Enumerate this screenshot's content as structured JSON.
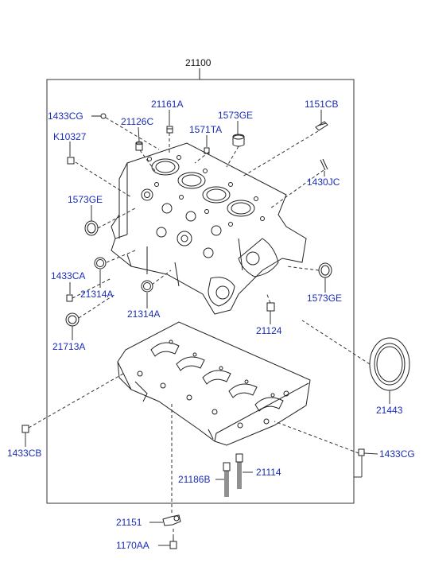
{
  "diagram": {
    "assembly_label": "21100",
    "colors": {
      "label": "#1a2db8",
      "title": "#111111",
      "line": "#222222"
    },
    "callouts": [
      {
        "id": "c_21161A",
        "label": "21161A"
      },
      {
        "id": "c_1433CG_top",
        "label": "1433CG"
      },
      {
        "id": "c_21126C",
        "label": "21126C"
      },
      {
        "id": "c_1573GE_top",
        "label": "1573GE"
      },
      {
        "id": "c_1151CB",
        "label": "1151CB"
      },
      {
        "id": "c_1571TA",
        "label": "1571TA"
      },
      {
        "id": "c_K10327",
        "label": "K10327"
      },
      {
        "id": "c_1430JC",
        "label": "1430JC"
      },
      {
        "id": "c_1573GE_left",
        "label": "1573GE"
      },
      {
        "id": "c_1433CA",
        "label": "1433CA"
      },
      {
        "id": "c_21314A_left",
        "label": "21314A"
      },
      {
        "id": "c_21314A_mid",
        "label": "21314A"
      },
      {
        "id": "c_1573GE_right",
        "label": "1573GE"
      },
      {
        "id": "c_21713A",
        "label": "21713A"
      },
      {
        "id": "c_21124",
        "label": "21124"
      },
      {
        "id": "c_21443",
        "label": "21443"
      },
      {
        "id": "c_1433CB",
        "label": "1433CB"
      },
      {
        "id": "c_1433CG_right",
        "label": "1433CG"
      },
      {
        "id": "c_21186B",
        "label": "21186B"
      },
      {
        "id": "c_21114",
        "label": "21114"
      },
      {
        "id": "c_21151",
        "label": "21151"
      },
      {
        "id": "c_1170AA",
        "label": "1170AA"
      }
    ]
  }
}
